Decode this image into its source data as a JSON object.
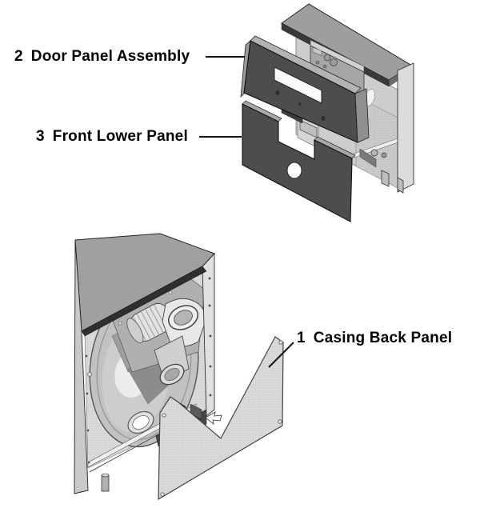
{
  "diagram": {
    "type": "exploded-parts-diagram",
    "background": "#ffffff",
    "parts": [
      {
        "number": "1",
        "name": "Casing Back Panel"
      },
      {
        "number": "2",
        "name": "Door Panel Assembly"
      },
      {
        "number": "3",
        "name": "Front Lower Panel"
      }
    ],
    "views": [
      {
        "id": "front-exploded-view",
        "description": "Appliance shown from the front with door panel assembly and front lower panel removed"
      },
      {
        "id": "rear-exploded-view",
        "description": "Appliance shown from the rear with casing back panel removed, exposing drum and blower"
      }
    ],
    "colors": {
      "panel_dark": "#4f4f4f",
      "panel_light_stipple": "#d9d9d9",
      "worktop_gray": "#9e9e9e",
      "body_light": "#cdcdcd",
      "edge_dark": "#2f2f2f",
      "outline": "#1a1a1a"
    }
  }
}
